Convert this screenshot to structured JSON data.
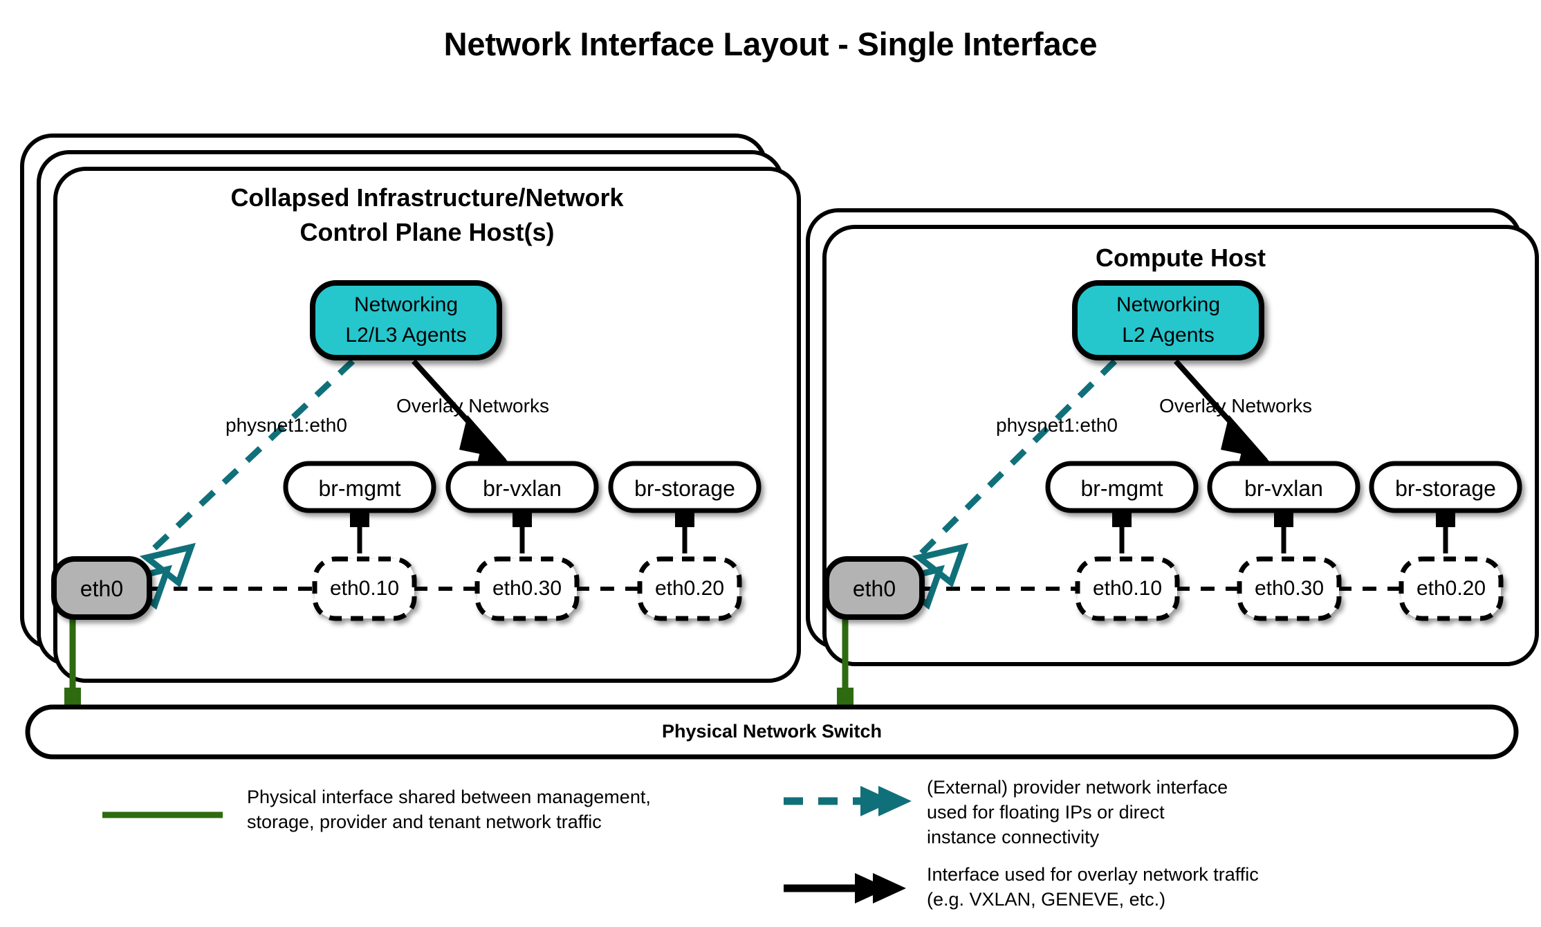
{
  "title": "Network Interface Layout - Single Interface",
  "hosts": [
    {
      "id": "control-plane",
      "title_line1": "Collapsed Infrastructure/Network",
      "title_line2": "Control Plane Host(s)",
      "stack_layers": 3,
      "agent": {
        "line1": "Networking",
        "line2": "L2/L3 Agents",
        "fill": "#26c6cd"
      },
      "provider_label": "physnet1:eth0",
      "overlay_label": "Overlay Networks",
      "physical_nic": "eth0",
      "bridges": [
        "br-mgmt",
        "br-vxlan",
        "br-storage"
      ],
      "vlans": [
        "eth0.10",
        "eth0.30",
        "eth0.20"
      ]
    },
    {
      "id": "compute",
      "title_line1": "Compute Host",
      "title_line2": "",
      "stack_layers": 2,
      "agent": {
        "line1": "Networking",
        "line2": "L2 Agents",
        "fill": "#26c6cd"
      },
      "provider_label": "physnet1:eth0",
      "overlay_label": "Overlay Networks",
      "physical_nic": "eth0",
      "bridges": [
        "br-mgmt",
        "br-vxlan",
        "br-storage"
      ],
      "vlans": [
        "eth0.10",
        "eth0.30",
        "eth0.20"
      ]
    }
  ],
  "switch": {
    "label": "Physical Network Switch"
  },
  "legend": [
    {
      "id": "physical",
      "style": "solid-green",
      "color": "#2e6b10",
      "lines": [
        "Physical interface shared between management,",
        "storage, provider and tenant network traffic"
      ]
    },
    {
      "id": "provider",
      "style": "dashed-teal-arrow",
      "color": "#10707a",
      "lines": [
        "(External) provider network interface",
        "used for floating IPs or direct",
        "instance connectivity"
      ]
    },
    {
      "id": "overlay",
      "style": "solid-black-arrow",
      "color": "#000000",
      "lines": [
        "Interface used for overlay network traffic",
        "(e.g. VXLAN, GENEVE, etc.)"
      ]
    }
  ],
  "colors": {
    "agent_fill": "#26c6cd",
    "nic_fill": "#b3b3b3",
    "teal": "#10707a",
    "green": "#2e6b10",
    "stroke": "#000000"
  }
}
